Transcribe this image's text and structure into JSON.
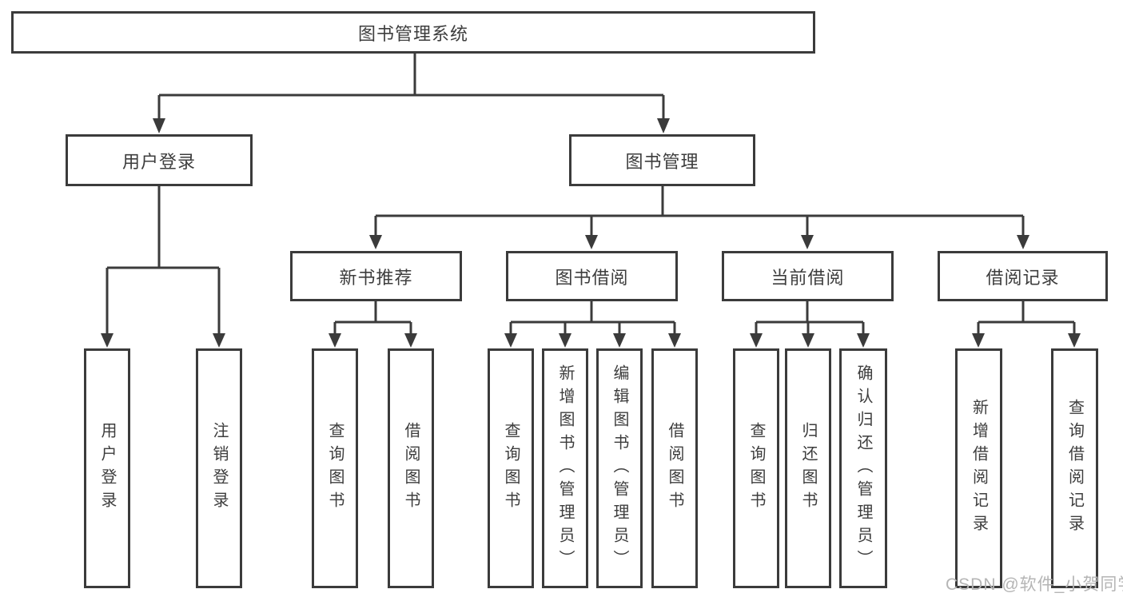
{
  "watermark": "CSDN @软件_小贺同学",
  "colors": {
    "line": "#3b3b3b",
    "box_border": "#3b3b3b",
    "box_background": "#ffffff",
    "text": "#3d3d3d",
    "watermark_text": "#b5b5b5"
  },
  "tree": {
    "label": "图书管理系统",
    "children": [
      {
        "label": "用户登录",
        "children": [
          {
            "label": "用户登录"
          },
          {
            "label": "注销登录"
          }
        ]
      },
      {
        "label": "图书管理",
        "children": [
          {
            "label": "新书推荐",
            "children": [
              {
                "label": "查询图书"
              },
              {
                "label": "借阅图书"
              }
            ]
          },
          {
            "label": "图书借阅",
            "children": [
              {
                "label": "查询图书"
              },
              {
                "label": "新增图书（管理员）"
              },
              {
                "label": "编辑图书（管理员）"
              },
              {
                "label": "借阅图书"
              }
            ]
          },
          {
            "label": "当前借阅",
            "children": [
              {
                "label": "查询图书"
              },
              {
                "label": "归还图书"
              },
              {
                "label": "确认归还（管理员）"
              }
            ]
          },
          {
            "label": "借阅记录",
            "children": [
              {
                "label": "新增借阅记录"
              },
              {
                "label": "查询借阅记录"
              }
            ]
          }
        ]
      }
    ]
  }
}
